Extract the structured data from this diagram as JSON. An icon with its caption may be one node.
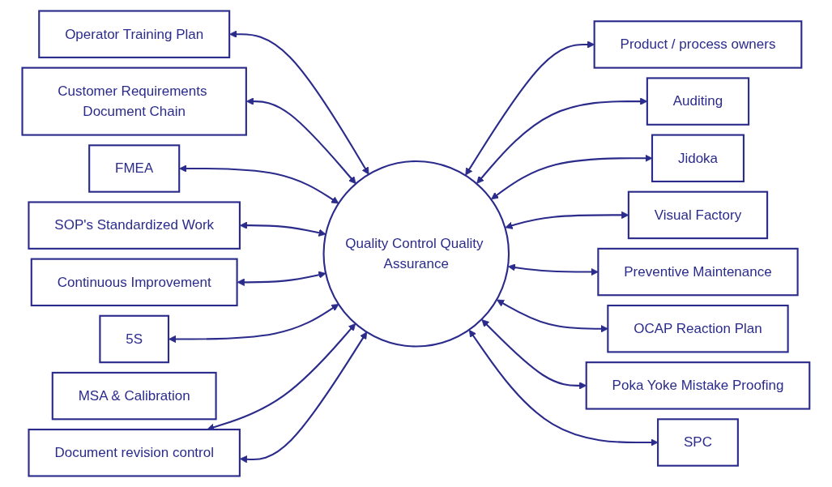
{
  "diagram": {
    "nodes": [
      {
        "text": [
          "Product / process owners"
        ]
      },
      {
        "text": [
          "Operator Training Plan"
        ]
      },
      {
        "text": [
          "Auditing"
        ]
      },
      {
        "text": [
          "Customer Requirements Document Chain"
        ]
      },
      {
        "text": [
          "Jidoka"
        ]
      },
      {
        "text": [
          "Visual Factory"
        ]
      },
      {
        "text": [
          "FMEA"
        ]
      },
      {
        "text": [
          "Quality Control Quality Assurance"
        ]
      },
      {
        "text": [
          "Preventive Maintenance"
        ]
      },
      {
        "text": [
          "SOP's Standardized Work"
        ]
      },
      {
        "text": [
          "Continuous Improvement"
        ]
      },
      {
        "text": [
          "OCAP Reaction Plan"
        ]
      },
      {
        "text": [
          "Poka Yoke Mistake Proofing"
        ]
      },
      {
        "text": [
          "5S"
        ]
      },
      {
        "text": [
          "SPC"
        ]
      },
      {
        "text": [
          "MSA & Calibration"
        ]
      },
      {
        "text": [
          "Document revision control"
        ]
      }
    ],
    "edges": [
      {
        "from": 7,
        "to": 0,
        "arrow": "both"
      },
      {
        "from": 1,
        "to": 7,
        "arrow": "both"
      },
      {
        "from": 7,
        "to": 2,
        "arrow": "both"
      },
      {
        "from": 3,
        "to": 7,
        "arrow": "both"
      },
      {
        "from": 7,
        "to": 4,
        "arrow": "both"
      },
      {
        "from": 7,
        "to": 5,
        "arrow": "both"
      },
      {
        "from": 6,
        "to": 7,
        "arrow": "both"
      },
      {
        "from": 7,
        "to": 8,
        "arrow": "both"
      },
      {
        "from": 9,
        "to": 7,
        "arrow": "both"
      },
      {
        "from": 10,
        "to": 7,
        "arrow": "both"
      },
      {
        "from": 7,
        "to": 11,
        "arrow": "both"
      },
      {
        "from": 7,
        "to": 12,
        "arrow": "both"
      },
      {
        "from": 13,
        "to": 7,
        "arrow": "both"
      },
      {
        "from": 7,
        "to": 14,
        "arrow": "both"
      },
      {
        "from": 16,
        "to": 7,
        "arrow": "both"
      },
      {
        "from": 16,
        "to": 7,
        "arrow": "both"
      }
    ]
  }
}
